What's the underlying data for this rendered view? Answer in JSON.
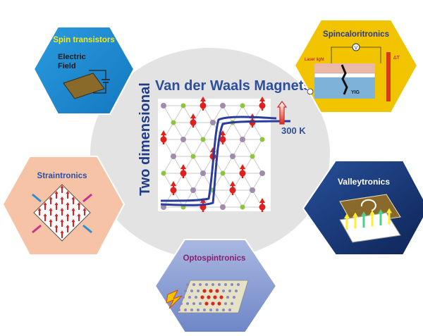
{
  "center": {
    "title": "Van der Waals Magnets",
    "side_label": "Two dimensional",
    "temperature": "300 K",
    "title_color": "#2d4f9e",
    "side_color": "#1f3d8a"
  },
  "hexagons": [
    {
      "id": "spin-transistors",
      "label": "Spin transistors",
      "label_color": "#f2e81a",
      "fill": "#1f8fd6",
      "field_label_1": "Electric",
      "field_label_2": "Field"
    },
    {
      "id": "spincaloritronics",
      "label": "Spincaloritronics",
      "label_color": "#2b3a8c",
      "fill": "#f2c400",
      "tag_v": "V",
      "tag_laser": "Laser light",
      "tag_yig": "YIG",
      "tag_dt": "ΔT"
    },
    {
      "id": "straintronics",
      "label": "Straintronics",
      "label_color": "#2b4fa8",
      "fill": "#f7c3a6"
    },
    {
      "id": "valleytronics",
      "label": "Valleytronics",
      "label_color": "#ffffff",
      "fill": "#1b3a7a"
    },
    {
      "id": "optospintronics",
      "label": "Optospintronics",
      "label_color": "#8a1f6b",
      "fill": "#8ea2d6"
    }
  ]
}
